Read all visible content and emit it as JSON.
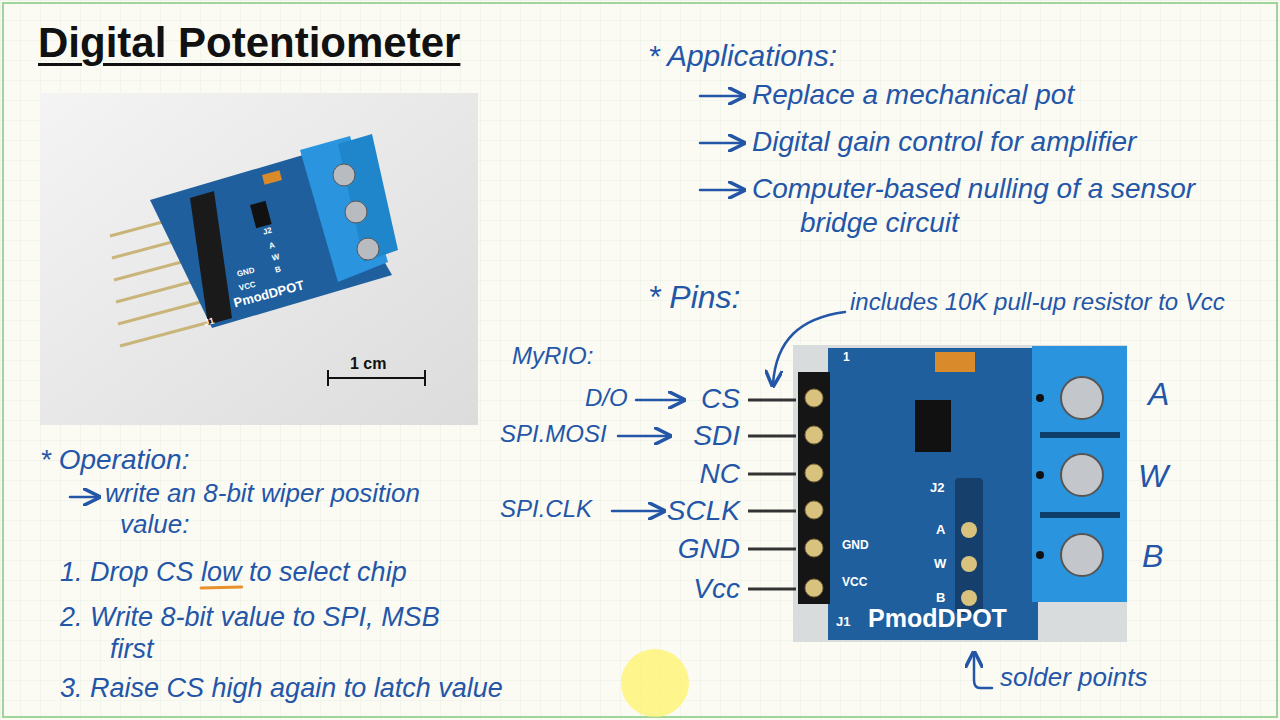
{
  "diagram": {
    "title": "Digital Potentiometer",
    "labels": [
      "* Applications:",
      "Replace a mechanical pot",
      "Digital gain control for amplifier",
      "Computer-based nulling of a sensor bridge circuit",
      "* Pins:",
      "includes 10K pull-up resistor to Vcc",
      "MyRIO:",
      "D/O",
      "CS",
      "SPI.MOSI",
      "SDI",
      "NC",
      "SPI.CLK",
      "SCLK",
      "GND",
      "Vcc",
      "A",
      "W",
      "B",
      "solder points",
      "* Operation:",
      "write an 8-bit wiper position value:",
      "1. Drop CS low to select chip",
      "2. Write 8-bit value to SPI, MSB first",
      "3. Raise CS high again to latch value",
      "1 cm",
      "1",
      "GND",
      "VCC",
      "J1",
      "PmodDPOT",
      "J2",
      "A",
      "W",
      "B",
      "J1",
      "PmodDPOT",
      "GND",
      "VCC",
      "J2",
      "A",
      "W",
      "B"
    ]
  }
}
